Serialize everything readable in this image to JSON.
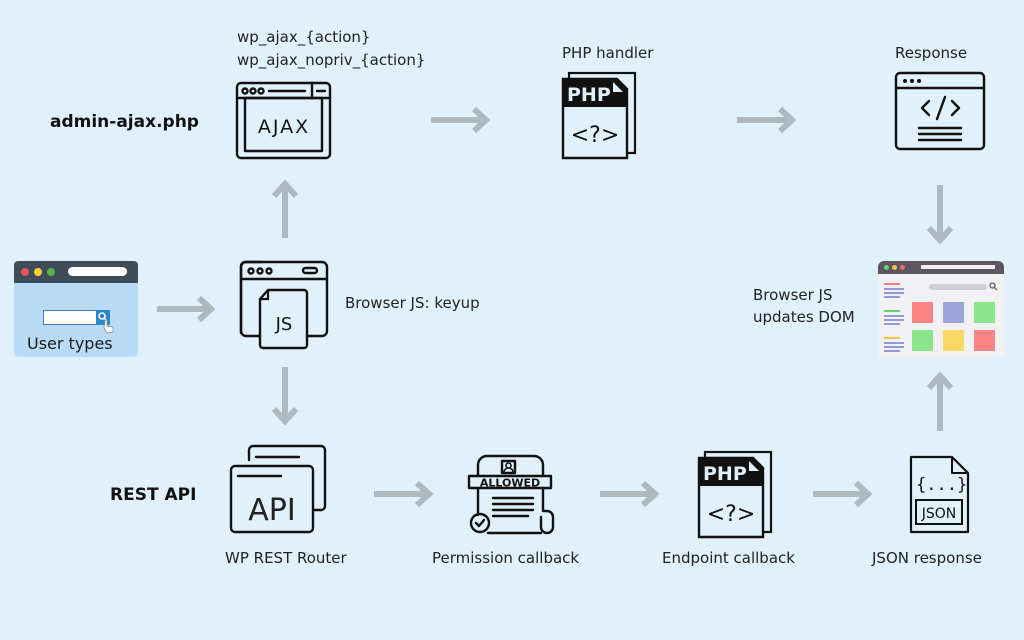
{
  "colors": {
    "background": "#e0f1fc",
    "arrow": "#aeb8bf",
    "ink": "#111111",
    "user_box": "#b9dbf5",
    "user_box_bar": "#3e4d57",
    "dom_bar": "#5d5560",
    "dom_tiles": [
      "#fd8484",
      "#9aa6da",
      "#8ae489",
      "#8ae489",
      "#fbd863",
      "#fd8484"
    ]
  },
  "rows": {
    "ajax_label": "admin-ajax.php",
    "rest_label": "REST API"
  },
  "nodes": {
    "user": {
      "label": "User types",
      "icon": "browser-search-icon"
    },
    "browser_js": {
      "label": "Browser JS: keyup",
      "icon": "browser-js-file-icon",
      "badge": "JS"
    },
    "ajax": {
      "hooks": [
        "wp_ajax_{action}",
        "wp_ajax_nopriv_{action}"
      ],
      "icon": "ajax-window-icon",
      "badge": "AJAX"
    },
    "php_handler": {
      "label": "PHP handler",
      "icon": "php-file-icon",
      "badge": "PHP",
      "glyph": "<?>"
    },
    "response": {
      "label": "Response",
      "icon": "code-window-icon",
      "glyph": "</>"
    },
    "dom": {
      "label_lines": [
        "Browser JS",
        "updates DOM"
      ],
      "icon": "web-page-layout-icon"
    },
    "rest_router": {
      "label": "WP REST Router",
      "icon": "api-folders-icon",
      "badge": "API"
    },
    "permission": {
      "label": "Permission callback",
      "icon": "allowed-document-icon",
      "badge": "ALLOWED"
    },
    "endpoint": {
      "label": "Endpoint callback",
      "icon": "php-file-icon",
      "badge": "PHP",
      "glyph": "<?>"
    },
    "json": {
      "label": "JSON response",
      "icon": "json-file-icon",
      "badge": "JSON",
      "glyph": "{...}"
    }
  },
  "edges": [
    {
      "from": "user",
      "to": "browser_js"
    },
    {
      "from": "browser_js",
      "to": "ajax"
    },
    {
      "from": "ajax",
      "to": "php_handler"
    },
    {
      "from": "php_handler",
      "to": "response"
    },
    {
      "from": "response",
      "to": "dom"
    },
    {
      "from": "browser_js",
      "to": "rest_router"
    },
    {
      "from": "rest_router",
      "to": "permission"
    },
    {
      "from": "permission",
      "to": "endpoint"
    },
    {
      "from": "endpoint",
      "to": "json"
    },
    {
      "from": "json",
      "to": "dom"
    }
  ]
}
